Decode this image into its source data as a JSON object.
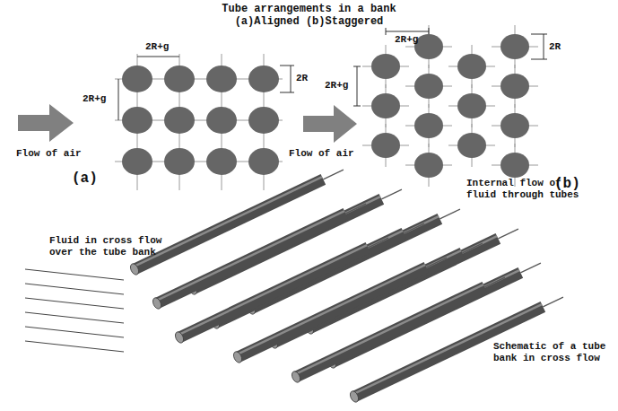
{
  "diagram": {
    "title": "Tube arrangements in a bank (a)Aligned (b)Staggered",
    "labels": [
      "2R+g",
      "2R+g",
      "2R",
      "Flow of air",
      "(a)",
      "2R+g",
      "2R+g",
      "2R",
      "Flow of air",
      "(b)",
      "Fluid in cross flow over the tube bank",
      "Internal flow of fluid through tubes",
      "Schematic of a tube bank in cross flow"
    ]
  }
}
